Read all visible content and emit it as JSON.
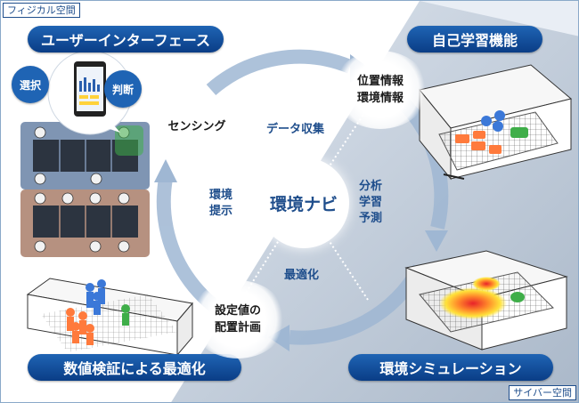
{
  "zones": {
    "physical": "フィジカル空間",
    "cyber": "サイバー空間"
  },
  "corners": {
    "user_interface": "ユーザーインターフェース",
    "self_learning": "自己学習機能",
    "environment_simulation": "環境シミュレーション",
    "numerical_validation": "数値検証による最適化"
  },
  "cycle_nodes": {
    "sensing": "センシング",
    "position_info": "位置情報",
    "environment_info": "環境情報",
    "setting_value": "設定値の",
    "placement_plan": "配置計画"
  },
  "ring_labels": {
    "data_collection": "データ収集",
    "analysis": [
      "分析",
      "学習",
      "予測"
    ],
    "optimization": "最適化",
    "environment_presentation": [
      "環境",
      "提示"
    ]
  },
  "center": "環境ナビ",
  "callouts": {
    "select": "選択",
    "judge": "判断"
  },
  "colors": {
    "pill": "#1f64b4",
    "arrow": "#9fb7d3",
    "cyber_bg": "#c9d3df",
    "orange": "#ff7a3c",
    "blue": "#3b78d8",
    "green": "#3fae49"
  }
}
